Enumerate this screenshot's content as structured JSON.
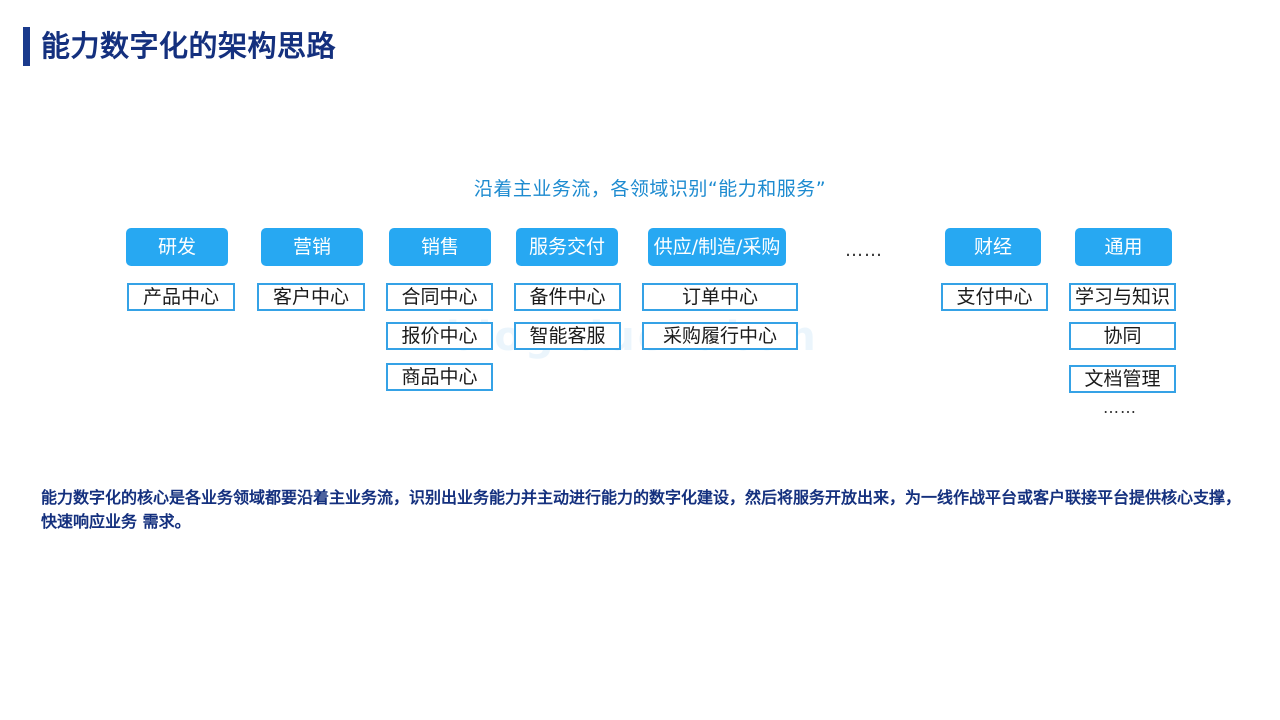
{
  "page": {
    "title": "能力数字化的架构思路"
  },
  "diagram": {
    "heading": "沿着主业务流，各领域识别“能力和服务”",
    "domains": [
      {
        "label": "研发",
        "capabilities": [
          "产品中心"
        ]
      },
      {
        "label": "营销",
        "capabilities": [
          "客户中心"
        ]
      },
      {
        "label": "销售",
        "capabilities": [
          "合同中心",
          "报价中心",
          "商品中心"
        ]
      },
      {
        "label": "服务交付",
        "capabilities": [
          "备件中心",
          "智能客服"
        ]
      },
      {
        "label": "供应/制造/采购",
        "capabilities": [
          "订单中心",
          "采购履行中心"
        ]
      },
      {
        "label": "财经",
        "capabilities": [
          "支付中心"
        ]
      },
      {
        "label": "通用",
        "capabilities": [
          "学习与知识",
          "协同",
          "文档管理"
        ]
      }
    ],
    "ellipsis_between": "……",
    "ellipsis_below": "……",
    "watermark": "blog.duezuban"
  },
  "summary": "能力数字化的核心是各业务领域都要沿着主业务流，识别出业务能力并主动进行能力的数字化建设，然后将服务开放出来，为一线作战平台或客户联接平台提供核心支撑，快速响应业务 需求。"
}
